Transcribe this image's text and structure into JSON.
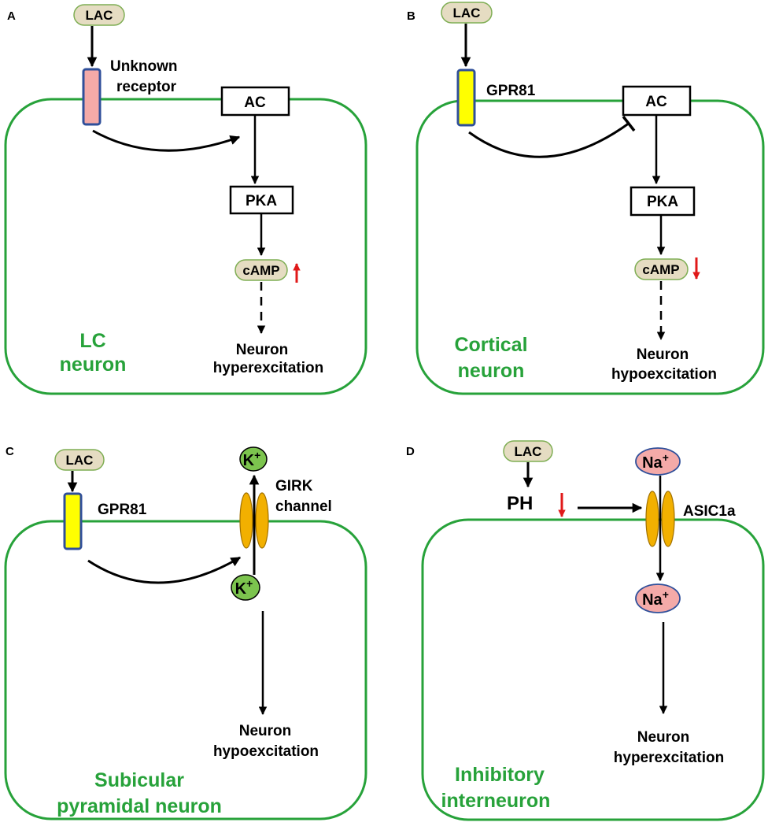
{
  "colors": {
    "membrane": "#27a23a",
    "cell_label": "#27a23a",
    "pill_fill": "#e5dcc2",
    "pill_stroke": "#7fae54",
    "unknown_receptor_fill": "#f4aaa8",
    "gpr81_fill": "#ffff00",
    "receptor_stroke": "#2f4f9a",
    "channel_fill": "#f2b000",
    "k_ion_fill": "#7cc44e",
    "na_ion_fill": "#f4aaa8",
    "na_ion_stroke": "#2f4f9a",
    "up_down_arrow": "#e01919"
  },
  "panels": {
    "a": {
      "letter": "A",
      "ligand": "LAC",
      "receptor_line1": "Unknown",
      "receptor_line2": "receptor",
      "box_ac": "AC",
      "box_pka": "PKA",
      "messenger": "cAMP",
      "messenger_change": "up",
      "outcome_line1": "Neuron",
      "outcome_line2": "hyperexcitation",
      "cell_line1": "LC",
      "cell_line2": "neuron"
    },
    "b": {
      "letter": "B",
      "ligand": "LAC",
      "receptor": "GPR81",
      "box_ac": "AC",
      "box_pka": "PKA",
      "messenger": "cAMP",
      "messenger_change": "down",
      "outcome_line1": "Neuron",
      "outcome_line2": "hypoexcitation",
      "cell_line1": "Cortical",
      "cell_line2": "neuron"
    },
    "c": {
      "letter": "C",
      "ligand": "LAC",
      "receptor": "GPR81",
      "ion_symbol": "K",
      "ion_charge": "+",
      "channel_line1": "GIRK",
      "channel_line2": "channel",
      "outcome_line1": "Neuron",
      "outcome_line2": "hypoexcitation",
      "cell_line1": "Subicular",
      "cell_line2": "pyramidal neuron"
    },
    "d": {
      "letter": "D",
      "ligand": "LAC",
      "ph_label": "PH",
      "ph_change": "down",
      "ion_symbol": "Na",
      "ion_charge": "+",
      "channel": "ASIC1a",
      "outcome_line1": "Neuron",
      "outcome_line2": "hyperexcitation",
      "cell_line1": "Inhibitory",
      "cell_line2": "interneuron"
    }
  }
}
